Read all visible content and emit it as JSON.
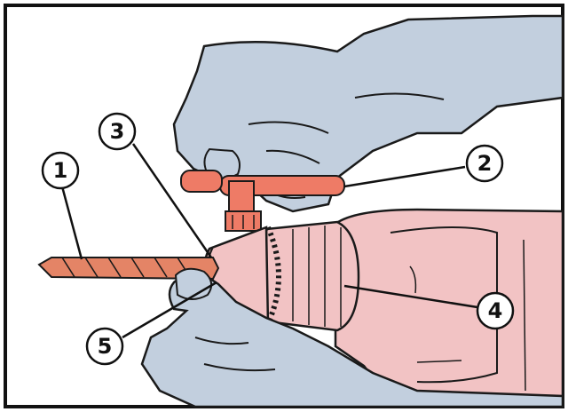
{
  "figure": {
    "callouts": [
      {
        "label": "1",
        "part": "drill-bit"
      },
      {
        "label": "2",
        "part": "chuck-key"
      },
      {
        "label": "3",
        "part": "chuck-jaws"
      },
      {
        "label": "4",
        "part": "chuck-sleeve"
      },
      {
        "label": "5",
        "part": "bit-shank"
      }
    ]
  },
  "colors": {
    "hand": "#c2cfde",
    "hand_outline": "#1a1a1a",
    "drill_body": "#f2c3c4",
    "chuck": "#f2c3c4",
    "bit": "#e48466",
    "key": "#ee7b66",
    "border": "#111111",
    "background": "#ffffff"
  }
}
